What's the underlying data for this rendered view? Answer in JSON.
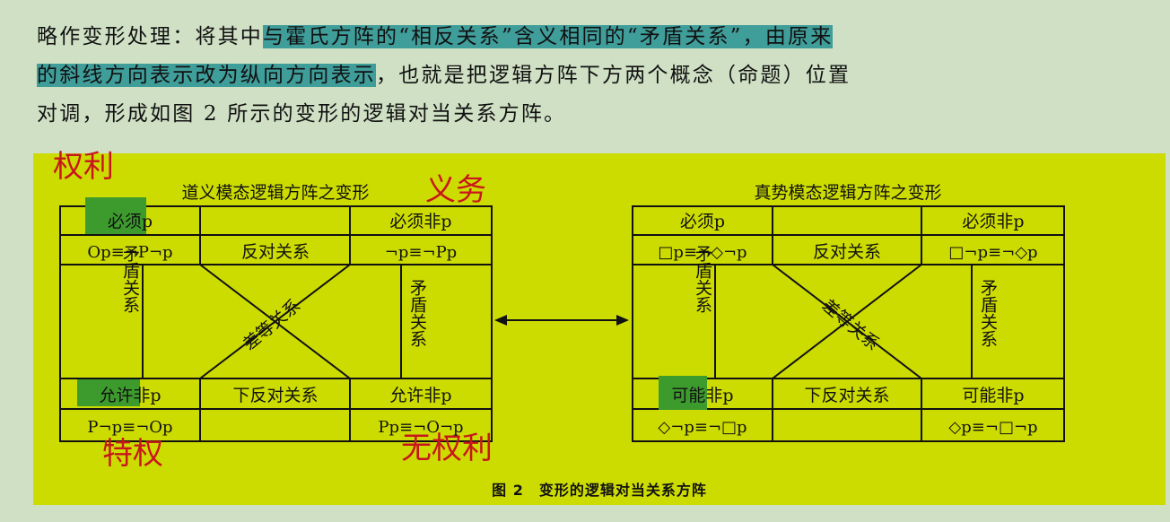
{
  "paragraph": {
    "line1_prefix": "略作变形处理：将其中",
    "line1_highlight": "与霍氏方阵的“相反关系”含义相同的“矛盾关系”，由原来",
    "line2_highlight": "的斜线方向表示改为纵向方向表示",
    "line2_suffix": "，也就是把逻辑方阵下方两个概念（命题）位置",
    "line3": "对调，形成如图 2 所示的变形的逻辑对当关系方阵。"
  },
  "figure": {
    "caption": "图 2　变形的逻辑对当关系方阵",
    "annotations": {
      "top_left": "权利",
      "top_right": "义务",
      "bottom_left": "特权",
      "bottom_right": "无权利"
    },
    "left_square": {
      "title": "道义模态逻辑方阵之变形",
      "tl_label": "必须p",
      "tl_formula": "Op≡¬P¬p",
      "tr_label": "必须非p",
      "tr_formula": "¬p≡¬Pp",
      "bl_label": "允许非p",
      "bl_formula": "P¬p≡¬Op",
      "br_label": "允许非p",
      "br_formula": "Pp≡¬O¬p",
      "top_relation": "反对关系",
      "bottom_relation": "下反对关系",
      "left_relation": "矛盾关系",
      "right_relation": "矛盾关系",
      "diagonal_relation": "差等关系"
    },
    "right_square": {
      "title": "真势模态逻辑方阵之变形",
      "tl_label": "必须p",
      "tl_formula": "□p≡¬◇¬p",
      "tr_label": "必须非p",
      "tr_formula": "□¬p≡¬◇p",
      "bl_label": "可能非p",
      "bl_formula": "◇¬p≡¬□p",
      "br_label": "可能非p",
      "br_formula": "◇p≡¬□¬p",
      "top_relation": "反对关系",
      "bottom_relation": "下反对关系",
      "left_relation": "矛盾关系",
      "right_relation": "矛盾关系",
      "diagonal_relation": "差等关系"
    },
    "colors": {
      "figure_bg": "#cddc00",
      "annotation": "#c8171c",
      "green_marker": "#3d9b2e",
      "teal_highlight": "#3f9d9a"
    }
  }
}
